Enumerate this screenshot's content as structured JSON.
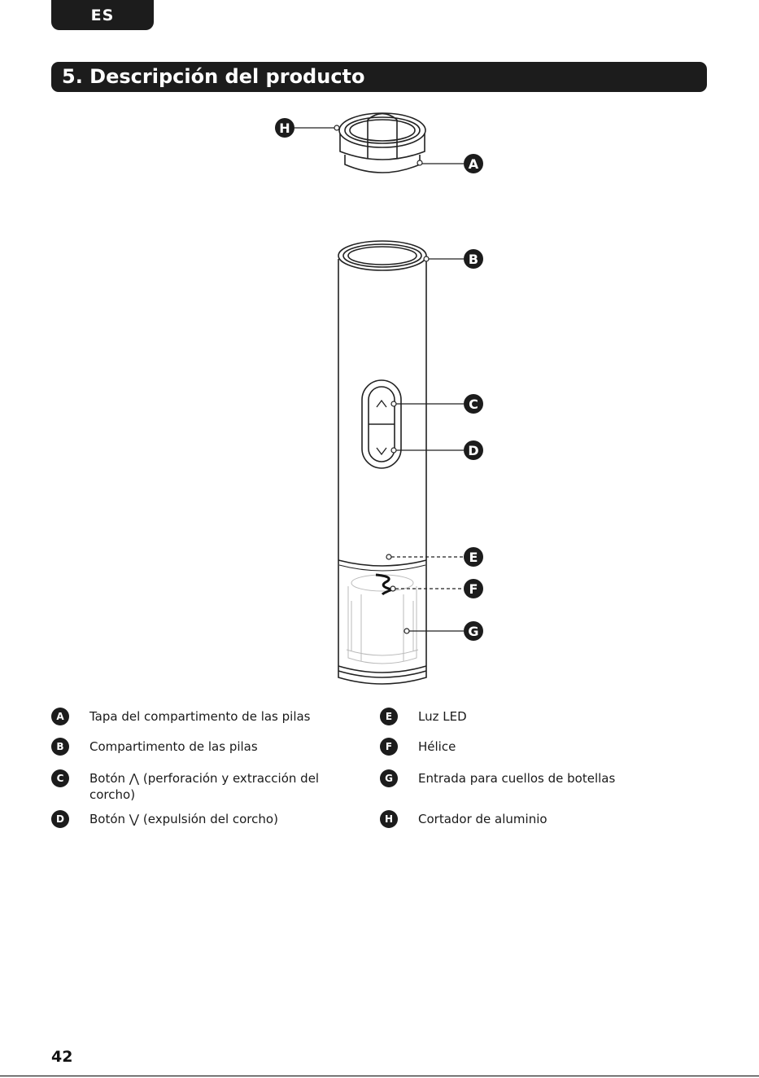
{
  "header": {
    "language": "ES",
    "section_title": "5. Descripción del producto"
  },
  "callouts": [
    "A",
    "B",
    "C",
    "D",
    "E",
    "F",
    "G",
    "H"
  ],
  "legend": [
    {
      "letter": "A",
      "text": "Tapa del compartimento de las pilas"
    },
    {
      "letter": "B",
      "text": "Compartimento de las pilas"
    },
    {
      "letter": "C",
      "text": "Botón ⋀ (perforación y extracción del corcho)"
    },
    {
      "letter": "D",
      "text": "Botón ⋁ (expulsión del corcho)"
    },
    {
      "letter": "E",
      "text": "Luz LED"
    },
    {
      "letter": "F",
      "text": "Hélice"
    },
    {
      "letter": "G",
      "text": "Entrada para cuellos de botellas"
    },
    {
      "letter": "H",
      "text": "Cortador de aluminio"
    }
  ],
  "footer": {
    "page_number": "42"
  }
}
